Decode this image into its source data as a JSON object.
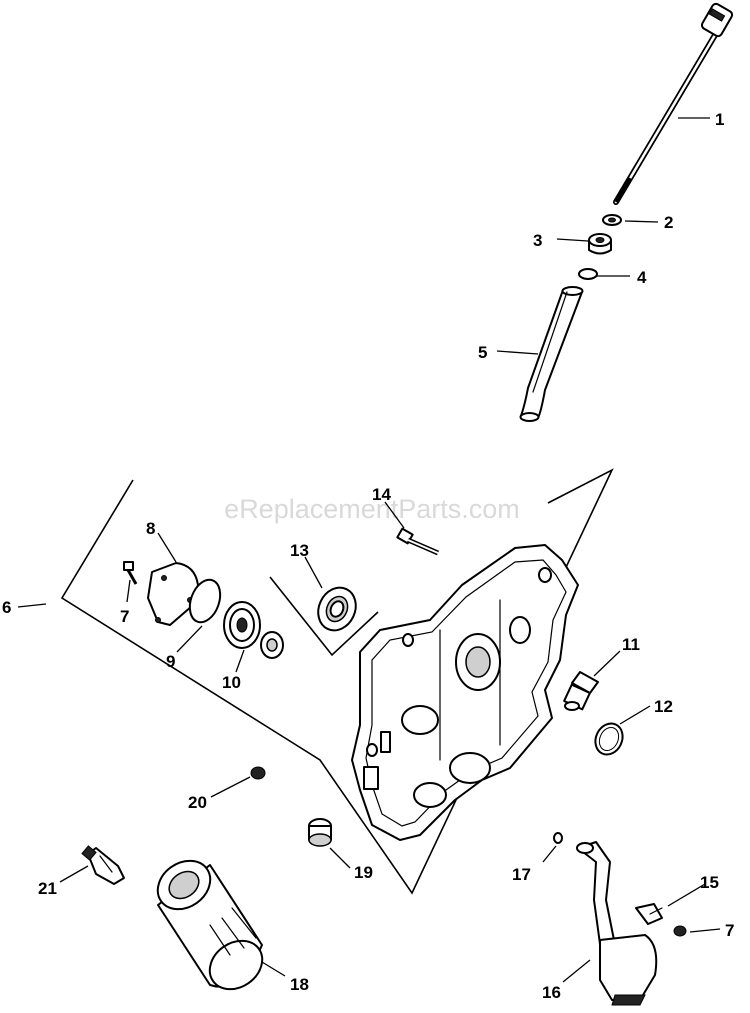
{
  "watermark": "eReplacementParts.com",
  "callouts": [
    "1",
    "2",
    "3",
    "4",
    "5",
    "6",
    "7",
    "8",
    "9",
    "10",
    "11",
    "12",
    "13",
    "14",
    "15",
    "16",
    "17",
    "18",
    "19",
    "20",
    "21",
    "7"
  ]
}
